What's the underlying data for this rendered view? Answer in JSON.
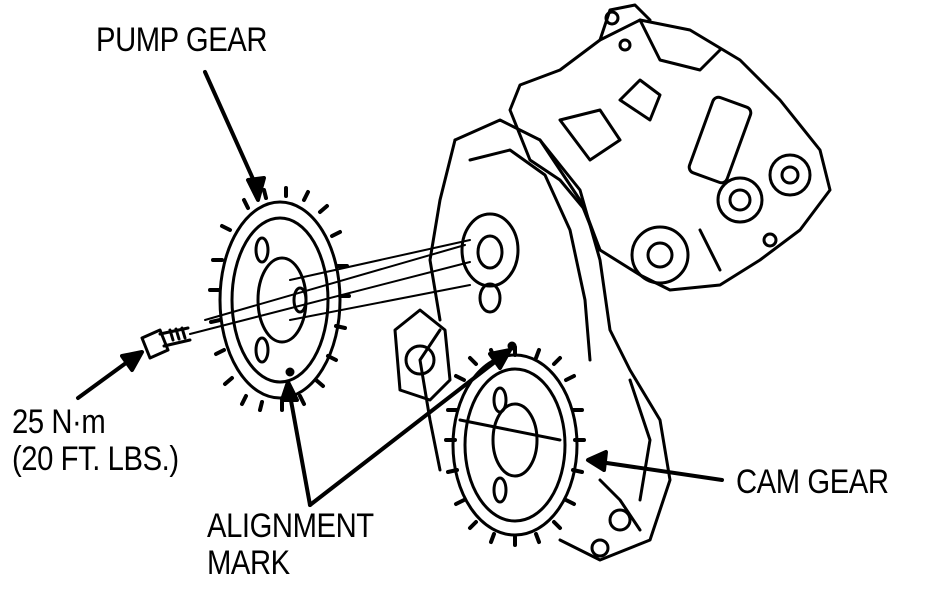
{
  "labels": {
    "pump_gear": "PUMP GEAR",
    "torque_line1": "25 N·m",
    "torque_line2": "(20 FT. LBS.)",
    "alignment_line1": "ALIGNMENT",
    "alignment_line2": "MARK",
    "cam_gear": "CAM GEAR"
  },
  "colors": {
    "ink": "#000000",
    "paper": "#ffffff"
  }
}
